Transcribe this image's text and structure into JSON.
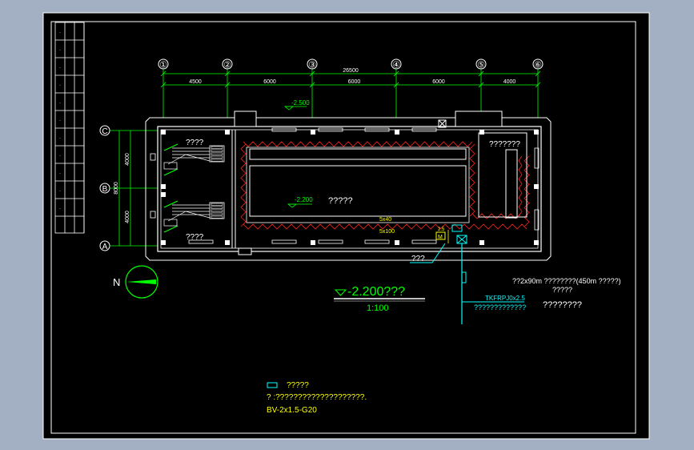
{
  "colors": {
    "background": "#a3b0c3",
    "sheet": "#000000",
    "frame": "#ffffff",
    "dim": "#00ff00",
    "walls": "#ffffff",
    "annotation": "#ffff00",
    "cable": "#00ffff",
    "hatch": "#ff2020"
  },
  "grid": {
    "columns": [
      "①",
      "②",
      "③",
      "④",
      "⑤",
      "⑥"
    ],
    "rows": [
      "C",
      "B",
      "A"
    ],
    "overall_dim": "26500",
    "bay_dims": [
      "4500",
      "6000",
      "6000",
      "6000",
      "4000"
    ],
    "row_dims": [
      "4000",
      "4000"
    ],
    "row_total": "8000"
  },
  "labels": {
    "top_level": "-2.500",
    "inner_level": "-2.200",
    "room_label": "?????",
    "panel_upper": "????",
    "panel_lower": "????",
    "right_room": "???????",
    "box_tag_1": "5x40",
    "box_tag_2": "5x100",
    "box_tag_3": "2.5",
    "box_letter": "M",
    "leader_label": "???",
    "plan_title": "-2.200???",
    "plan_scale": "1:100",
    "note_1": "??2x90m ????????(450m ?????)",
    "note_2": "?????",
    "cable_spec": "TKFRPJ0x2.5",
    "cable_desc": "?????????????",
    "cable_side": "????????",
    "legend_text": "?????",
    "legend_note": "? :????????????????????.",
    "legend_spec": "BV-2x1.5-G20",
    "north": "N"
  }
}
